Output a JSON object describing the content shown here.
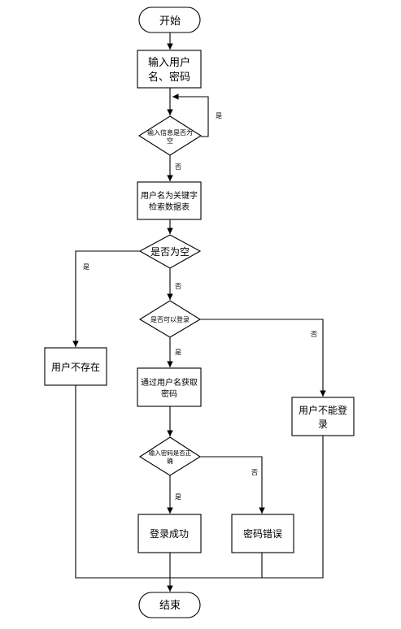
{
  "nodes": {
    "start": "开始",
    "input_l1": "输入用户",
    "input_l2": "名、密码",
    "check_empty_l1": "输入信息是否为",
    "check_empty_l2": "空",
    "search_l1": "用户名为关键字",
    "search_l2": "检索数据表",
    "is_empty": "是否为空",
    "can_login": "是否可以登录",
    "not_exist": "用户不存在",
    "get_pwd_l1": "通过用户名获取",
    "get_pwd_l2": "密码",
    "cannot_login_l1": "用户不能登",
    "cannot_login_l2": "录",
    "pwd_correct_l1": "输入密码是否正",
    "pwd_correct_l2": "确",
    "success": "登录成功",
    "wrong_pwd": "密码错误",
    "end": "结束"
  },
  "edge_labels": {
    "yes_loop": "是",
    "no_1": "否",
    "yes_empty": "是",
    "no_2": "否",
    "no_3": "否",
    "yes_login": "是",
    "no_4": "否",
    "yes_pwd": "是"
  }
}
